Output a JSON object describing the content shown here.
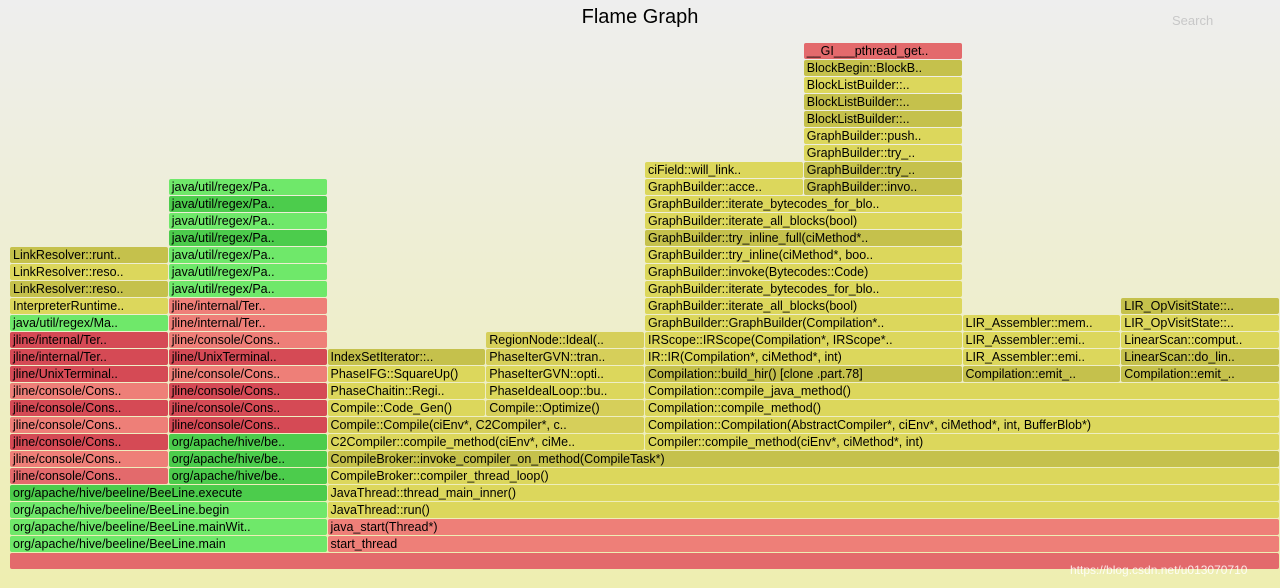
{
  "title": "Flame Graph",
  "search": {
    "label": "Search"
  },
  "watermark": "https://blog.csdn.net/u013070710",
  "colors": {
    "red": "#e36a6c",
    "darkred": "#d54a55",
    "salmon": "#ee7f78",
    "green": "#6fe86a",
    "darkgreen": "#4ccc4c",
    "yellow": "#dcd75c",
    "olive": "#c5c14c",
    "khaki": "#d6cf5a"
  },
  "chart_data": {
    "type": "flame",
    "title": "Flame Graph",
    "total_samples": 1000,
    "frames": [
      {
        "depth": 0,
        "start": 0,
        "width": 1000,
        "name": "",
        "color": "red"
      },
      {
        "depth": 1,
        "start": 0,
        "width": 250,
        "name": "org/apache/hive/beeline/BeeLine.main",
        "color": "green"
      },
      {
        "depth": 1,
        "start": 250,
        "width": 750,
        "name": "start_thread",
        "color": "salmon"
      },
      {
        "depth": 2,
        "start": 0,
        "width": 250,
        "name": "org/apache/hive/beeline/BeeLine.mainWit..",
        "color": "green"
      },
      {
        "depth": 2,
        "start": 250,
        "width": 750,
        "name": "java_start(Thread*)",
        "color": "salmon"
      },
      {
        "depth": 3,
        "start": 0,
        "width": 250,
        "name": "org/apache/hive/beeline/BeeLine.begin",
        "color": "green"
      },
      {
        "depth": 3,
        "start": 250,
        "width": 750,
        "name": "JavaThread::run()",
        "color": "yellow"
      },
      {
        "depth": 4,
        "start": 0,
        "width": 250,
        "name": "org/apache/hive/beeline/BeeLine.execute",
        "color": "darkgreen"
      },
      {
        "depth": 4,
        "start": 250,
        "width": 750,
        "name": "JavaThread::thread_main_inner()",
        "color": "yellow"
      },
      {
        "depth": 5,
        "start": 0,
        "width": 125,
        "name": "jline/console/Cons..",
        "color": "red"
      },
      {
        "depth": 5,
        "start": 125,
        "width": 125,
        "name": "org/apache/hive/be..",
        "color": "darkgreen"
      },
      {
        "depth": 5,
        "start": 250,
        "width": 750,
        "name": "CompileBroker::compiler_thread_loop()",
        "color": "yellow"
      },
      {
        "depth": 6,
        "start": 0,
        "width": 125,
        "name": "jline/console/Cons..",
        "color": "salmon"
      },
      {
        "depth": 6,
        "start": 125,
        "width": 125,
        "name": "org/apache/hive/be..",
        "color": "darkgreen"
      },
      {
        "depth": 6,
        "start": 250,
        "width": 750,
        "name": "CompileBroker::invoke_compiler_on_method(CompileTask*)",
        "color": "olive"
      },
      {
        "depth": 7,
        "start": 0,
        "width": 125,
        "name": "jline/console/Cons..",
        "color": "darkred"
      },
      {
        "depth": 7,
        "start": 125,
        "width": 125,
        "name": "org/apache/hive/be..",
        "color": "darkgreen"
      },
      {
        "depth": 7,
        "start": 250,
        "width": 250,
        "name": "C2Compiler::compile_method(ciEnv*, ciMe..",
        "color": "yellow"
      },
      {
        "depth": 7,
        "start": 500,
        "width": 500,
        "name": "Compiler::compile_method(ciEnv*, ciMethod*, int)",
        "color": "yellow"
      },
      {
        "depth": 8,
        "start": 0,
        "width": 125,
        "name": "jline/console/Cons..",
        "color": "salmon"
      },
      {
        "depth": 8,
        "start": 125,
        "width": 125,
        "name": "jline/console/Cons..",
        "color": "darkred"
      },
      {
        "depth": 8,
        "start": 250,
        "width": 250,
        "name": "Compile::Compile(ciEnv*, C2Compiler*, c..",
        "color": "khaki"
      },
      {
        "depth": 8,
        "start": 500,
        "width": 500,
        "name": "Compilation::Compilation(AbstractCompiler*, ciEnv*, ciMethod*, int, BufferBlob*)",
        "color": "yellow"
      },
      {
        "depth": 9,
        "start": 0,
        "width": 125,
        "name": "jline/console/Cons..",
        "color": "darkred"
      },
      {
        "depth": 9,
        "start": 125,
        "width": 125,
        "name": "jline/console/Cons..",
        "color": "darkred"
      },
      {
        "depth": 9,
        "start": 250,
        "width": 125,
        "name": "Compile::Code_Gen()",
        "color": "yellow"
      },
      {
        "depth": 9,
        "start": 375,
        "width": 125,
        "name": "Compile::Optimize()",
        "color": "khaki"
      },
      {
        "depth": 9,
        "start": 500,
        "width": 500,
        "name": "Compilation::compile_method()",
        "color": "yellow"
      },
      {
        "depth": 10,
        "start": 0,
        "width": 125,
        "name": "jline/console/Cons..",
        "color": "salmon"
      },
      {
        "depth": 10,
        "start": 125,
        "width": 125,
        "name": "jline/console/Cons..",
        "color": "darkred"
      },
      {
        "depth": 10,
        "start": 250,
        "width": 125,
        "name": "PhaseChaitin::Regi..",
        "color": "yellow"
      },
      {
        "depth": 10,
        "start": 375,
        "width": 125,
        "name": "PhaseIdealLoop::bu..",
        "color": "yellow"
      },
      {
        "depth": 10,
        "start": 500,
        "width": 500,
        "name": "Compilation::compile_java_method()",
        "color": "yellow"
      },
      {
        "depth": 11,
        "start": 0,
        "width": 125,
        "name": "jline/UnixTerminal..",
        "color": "darkred"
      },
      {
        "depth": 11,
        "start": 125,
        "width": 125,
        "name": "jline/console/Cons..",
        "color": "salmon"
      },
      {
        "depth": 11,
        "start": 250,
        "width": 125,
        "name": "PhaseIFG::SquareUp()",
        "color": "yellow"
      },
      {
        "depth": 11,
        "start": 375,
        "width": 125,
        "name": "PhaseIterGVN::opti..",
        "color": "yellow"
      },
      {
        "depth": 11,
        "start": 500,
        "width": 250,
        "name": "Compilation::build_hir() [clone .part.78]",
        "color": "olive"
      },
      {
        "depth": 11,
        "start": 750,
        "width": 125,
        "name": "Compilation::emit_..",
        "color": "olive"
      },
      {
        "depth": 11,
        "start": 875,
        "width": 125,
        "name": "Compilation::emit_..",
        "color": "olive"
      },
      {
        "depth": 12,
        "start": 0,
        "width": 125,
        "name": "jline/internal/Ter..",
        "color": "darkred"
      },
      {
        "depth": 12,
        "start": 125,
        "width": 125,
        "name": "jline/UnixTerminal..",
        "color": "darkred"
      },
      {
        "depth": 12,
        "start": 250,
        "width": 125,
        "name": "IndexSetIterator::..",
        "color": "olive"
      },
      {
        "depth": 12,
        "start": 375,
        "width": 125,
        "name": "PhaseIterGVN::tran..",
        "color": "khaki"
      },
      {
        "depth": 12,
        "start": 500,
        "width": 250,
        "name": "IR::IR(Compilation*, ciMethod*, int)",
        "color": "yellow"
      },
      {
        "depth": 12,
        "start": 750,
        "width": 125,
        "name": "LIR_Assembler::emi..",
        "color": "yellow"
      },
      {
        "depth": 12,
        "start": 875,
        "width": 125,
        "name": "LinearScan::do_lin..",
        "color": "olive"
      },
      {
        "depth": 13,
        "start": 0,
        "width": 125,
        "name": "jline/internal/Ter..",
        "color": "darkred"
      },
      {
        "depth": 13,
        "start": 125,
        "width": 125,
        "name": "jline/console/Cons..",
        "color": "salmon"
      },
      {
        "depth": 13,
        "start": 375,
        "width": 125,
        "name": "RegionNode::Ideal(..",
        "color": "khaki"
      },
      {
        "depth": 13,
        "start": 500,
        "width": 250,
        "name": "IRScope::IRScope(Compilation*, IRScope*..",
        "color": "yellow"
      },
      {
        "depth": 13,
        "start": 750,
        "width": 125,
        "name": "LIR_Assembler::emi..",
        "color": "yellow"
      },
      {
        "depth": 13,
        "start": 875,
        "width": 125,
        "name": "LinearScan::comput..",
        "color": "yellow"
      },
      {
        "depth": 14,
        "start": 0,
        "width": 125,
        "name": "java/util/regex/Ma..",
        "color": "green"
      },
      {
        "depth": 14,
        "start": 125,
        "width": 125,
        "name": "jline/internal/Ter..",
        "color": "salmon"
      },
      {
        "depth": 14,
        "start": 500,
        "width": 250,
        "name": "GraphBuilder::GraphBuilder(Compilation*..",
        "color": "yellow"
      },
      {
        "depth": 14,
        "start": 750,
        "width": 125,
        "name": "LIR_Assembler::mem..",
        "color": "yellow"
      },
      {
        "depth": 14,
        "start": 875,
        "width": 125,
        "name": "LIR_OpVisitState::..",
        "color": "yellow"
      },
      {
        "depth": 15,
        "start": 0,
        "width": 125,
        "name": "InterpreterRuntime..",
        "color": "yellow"
      },
      {
        "depth": 15,
        "start": 125,
        "width": 125,
        "name": "jline/internal/Ter..",
        "color": "salmon"
      },
      {
        "depth": 15,
        "start": 500,
        "width": 250,
        "name": "GraphBuilder::iterate_all_blocks(bool)",
        "color": "yellow"
      },
      {
        "depth": 15,
        "start": 875,
        "width": 125,
        "name": "LIR_OpVisitState::..",
        "color": "olive"
      },
      {
        "depth": 16,
        "start": 0,
        "width": 125,
        "name": "LinkResolver::reso..",
        "color": "olive"
      },
      {
        "depth": 16,
        "start": 125,
        "width": 125,
        "name": "java/util/regex/Pa..",
        "color": "green"
      },
      {
        "depth": 16,
        "start": 500,
        "width": 250,
        "name": "GraphBuilder::iterate_bytecodes_for_blo..",
        "color": "yellow"
      },
      {
        "depth": 17,
        "start": 0,
        "width": 125,
        "name": "LinkResolver::reso..",
        "color": "yellow"
      },
      {
        "depth": 17,
        "start": 125,
        "width": 125,
        "name": "java/util/regex/Pa..",
        "color": "green"
      },
      {
        "depth": 17,
        "start": 500,
        "width": 250,
        "name": "GraphBuilder::invoke(Bytecodes::Code)",
        "color": "yellow"
      },
      {
        "depth": 18,
        "start": 0,
        "width": 125,
        "name": "LinkResolver::runt..",
        "color": "olive"
      },
      {
        "depth": 18,
        "start": 125,
        "width": 125,
        "name": "java/util/regex/Pa..",
        "color": "green"
      },
      {
        "depth": 18,
        "start": 500,
        "width": 250,
        "name": "GraphBuilder::try_inline(ciMethod*, boo..",
        "color": "yellow"
      },
      {
        "depth": 19,
        "start": 125,
        "width": 125,
        "name": "java/util/regex/Pa..",
        "color": "darkgreen"
      },
      {
        "depth": 19,
        "start": 500,
        "width": 250,
        "name": "GraphBuilder::try_inline_full(ciMethod*..",
        "color": "olive"
      },
      {
        "depth": 20,
        "start": 125,
        "width": 125,
        "name": "java/util/regex/Pa..",
        "color": "green"
      },
      {
        "depth": 20,
        "start": 500,
        "width": 250,
        "name": "GraphBuilder::iterate_all_blocks(bool)",
        "color": "yellow"
      },
      {
        "depth": 21,
        "start": 125,
        "width": 125,
        "name": "java/util/regex/Pa..",
        "color": "darkgreen"
      },
      {
        "depth": 21,
        "start": 500,
        "width": 250,
        "name": "GraphBuilder::iterate_bytecodes_for_blo..",
        "color": "yellow"
      },
      {
        "depth": 22,
        "start": 125,
        "width": 125,
        "name": "java/util/regex/Pa..",
        "color": "green"
      },
      {
        "depth": 22,
        "start": 500,
        "width": 125,
        "name": "GraphBuilder::acce..",
        "color": "yellow"
      },
      {
        "depth": 22,
        "start": 625,
        "width": 125,
        "name": "GraphBuilder::invo..",
        "color": "olive"
      },
      {
        "depth": 23,
        "start": 500,
        "width": 125,
        "name": "ciField::will_link..",
        "color": "yellow"
      },
      {
        "depth": 23,
        "start": 625,
        "width": 125,
        "name": "GraphBuilder::try_..",
        "color": "olive"
      },
      {
        "depth": 24,
        "start": 625,
        "width": 125,
        "name": "GraphBuilder::try_..",
        "color": "yellow"
      },
      {
        "depth": 25,
        "start": 625,
        "width": 125,
        "name": "GraphBuilder::push..",
        "color": "yellow"
      },
      {
        "depth": 26,
        "start": 625,
        "width": 125,
        "name": "BlockListBuilder::..",
        "color": "olive"
      },
      {
        "depth": 27,
        "start": 625,
        "width": 125,
        "name": "BlockListBuilder::..",
        "color": "olive"
      },
      {
        "depth": 28,
        "start": 625,
        "width": 125,
        "name": "BlockListBuilder::..",
        "color": "yellow"
      },
      {
        "depth": 29,
        "start": 625,
        "width": 125,
        "name": "BlockBegin::BlockB..",
        "color": "olive"
      },
      {
        "depth": 30,
        "start": 625,
        "width": 125,
        "name": "__GI___pthread_get..",
        "color": "red"
      }
    ]
  }
}
